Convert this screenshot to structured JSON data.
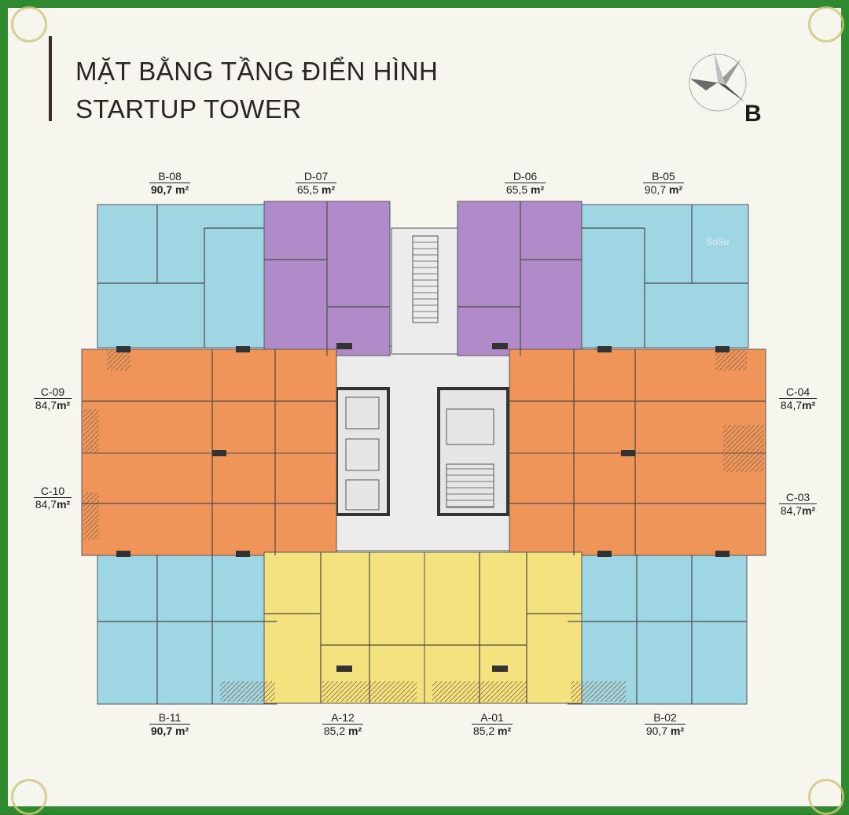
{
  "title": {
    "line1": "MẶT BẰNG TẦNG ĐIỂN HÌNH",
    "line2": "STARTUP TOWER"
  },
  "compass": {
    "letter": "B",
    "icon": "compass-arrow-icon"
  },
  "watermark": "SoSu",
  "colors": {
    "type_A": "#f3e27e",
    "type_B": "#9fd6e4",
    "type_C": "#f0955a",
    "type_D": "#b18ac9",
    "frame": "#2f8a2f",
    "core": "#ececec"
  },
  "units": [
    {
      "code": "B-08",
      "area": "90,7",
      "unit": "m²",
      "bold_area": true
    },
    {
      "code": "D-07",
      "area": "65,5",
      "unit": "m²",
      "bold_area": false
    },
    {
      "code": "D-06",
      "area": "65,5",
      "unit": "m²",
      "bold_area": false
    },
    {
      "code": "B-05",
      "area": "90,7",
      "unit": "m²",
      "bold_area": false
    },
    {
      "code": "C-09",
      "area": "84,7",
      "unit": "m²",
      "bold_area": false
    },
    {
      "code": "C-04",
      "area": "84,7",
      "unit": "m²",
      "bold_area": false
    },
    {
      "code": "C-10",
      "area": "84,7",
      "unit": "m²",
      "bold_area": false
    },
    {
      "code": "C-03",
      "area": "84,7",
      "unit": "m²",
      "bold_area": false
    },
    {
      "code": "B-11",
      "area": "90,7",
      "unit": "m²",
      "bold_area": true
    },
    {
      "code": "A-12",
      "area": "85,2",
      "unit": "m²",
      "bold_area": false
    },
    {
      "code": "A-01",
      "area": "85,2",
      "unit": "m²",
      "bold_area": false
    },
    {
      "code": "B-02",
      "area": "90,7",
      "unit": "m²",
      "bold_area": false
    }
  ]
}
